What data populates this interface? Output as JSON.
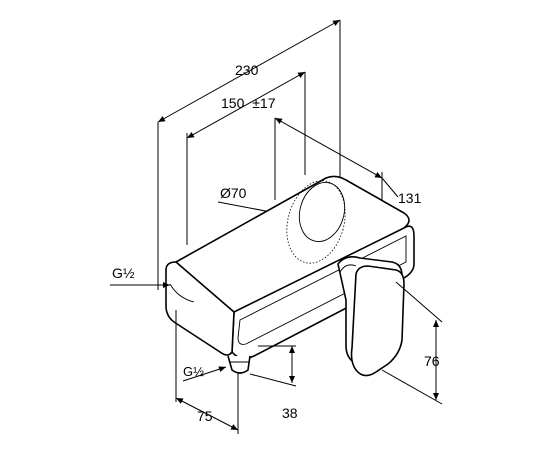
{
  "dimensions": {
    "overall_length": "230",
    "center_length": "150",
    "center_tolerance": "±17",
    "diameter": "Ø70",
    "depth": "131",
    "inlet_thread": "G½",
    "outlet_thread": "G½",
    "outlet_offset": "75",
    "outlet_height": "38",
    "handle_height": "76"
  },
  "colors": {
    "line": "#000000",
    "background": "#ffffff"
  }
}
